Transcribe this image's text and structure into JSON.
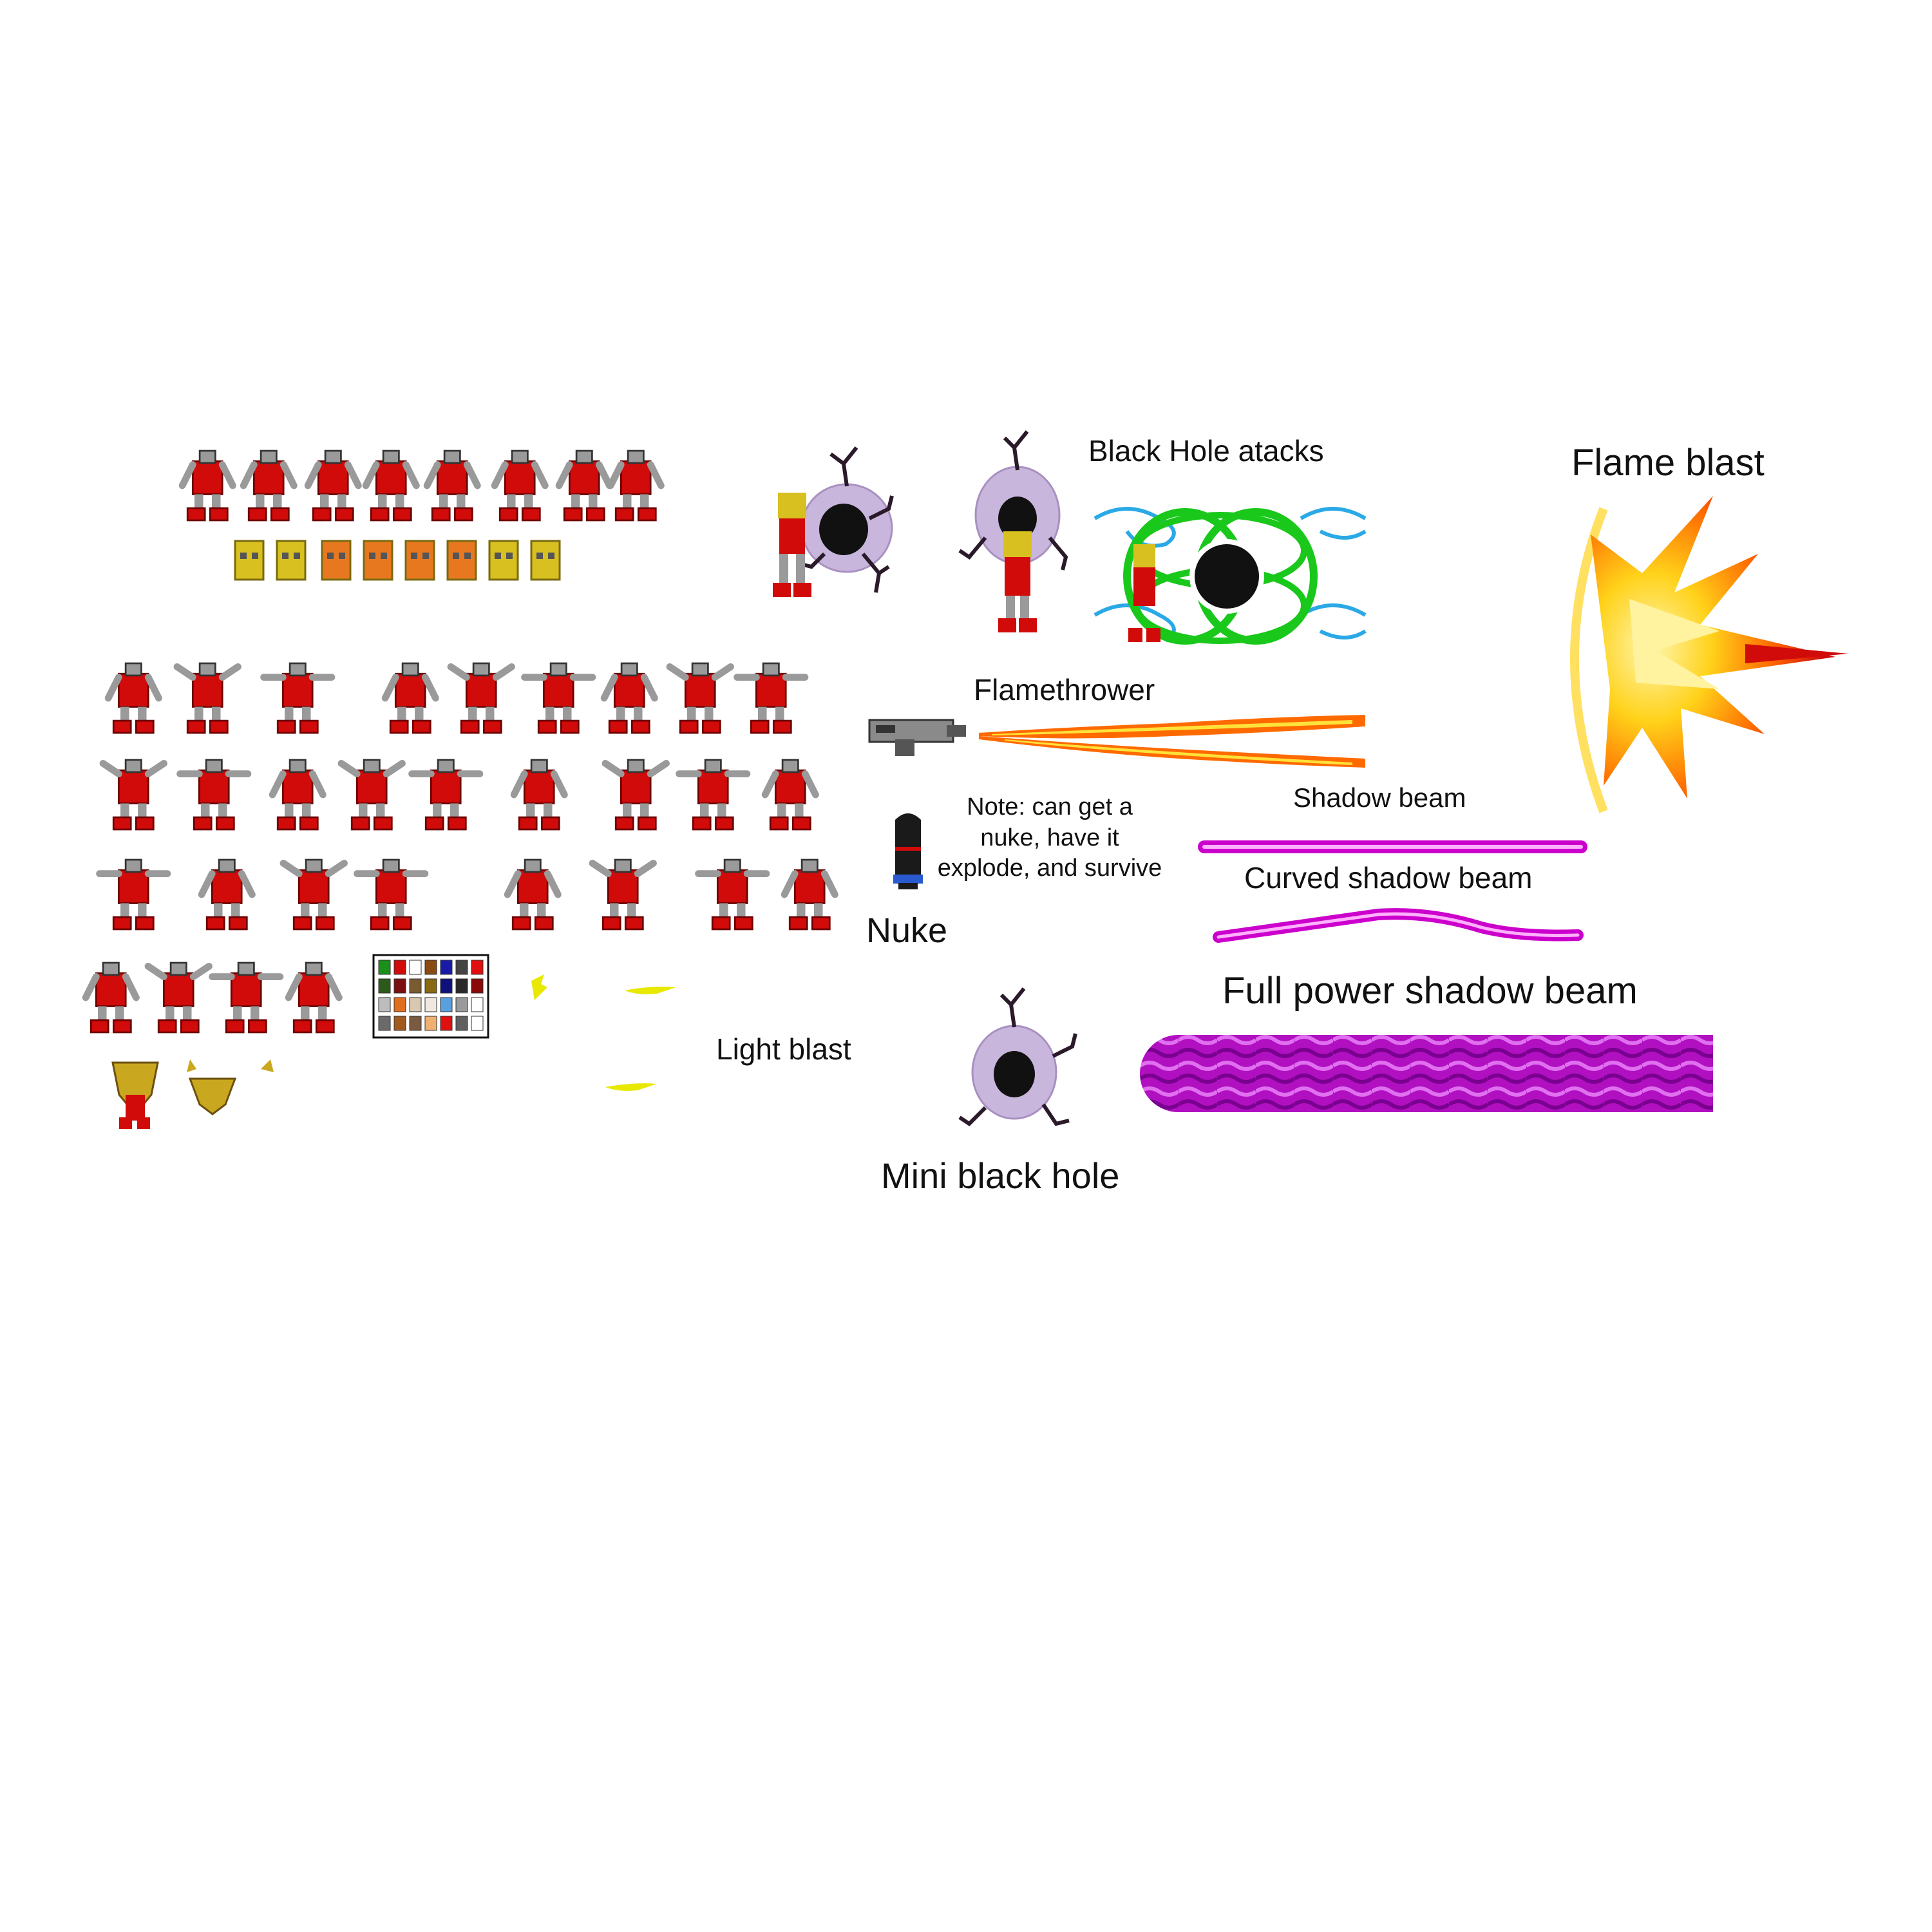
{
  "labels": {
    "black_hole_attacks": "Black Hole atacks",
    "flame_blast": "Flame blast",
    "flamethrower": "Flamethrower",
    "shadow_beam": "Shadow beam",
    "curved_shadow_beam": "Curved shadow beam",
    "full_power_shadow_beam": "Full power shadow beam",
    "light_blast": "Light blast",
    "nuke": "Nuke",
    "mini_black_hole": "Mini black hole",
    "note": [
      "Note: can get a",
      "nuke, have it",
      "explode, and survive"
    ]
  },
  "colors": {
    "robot_red": "#d10a0a",
    "robot_dark": "#6b0000",
    "robot_grey": "#9a9a9a",
    "mask_gold": "#d8c020",
    "mask_orange": "#e87820",
    "black_hole_halo": "#c9b6dd",
    "chain_blue": "#2aa9e6",
    "ring_green": "#19c81b",
    "flame_orange": "#ff6a00",
    "flame_yellow": "#ffe23a",
    "shadow_magenta": "#cc00cc",
    "light_yellow": "#e8e800"
  },
  "palette_swatches": [
    "#1a8f1a",
    "#d10a0a",
    "#ffffff",
    "#8a4b12",
    "#1a1aa8",
    "#444444",
    "#e01010",
    "#2d5a1a",
    "#7a1010",
    "#7a5a30",
    "#8a6a10",
    "#10107a",
    "#2a2a2a",
    "#8a0a0a",
    "#bdbdbd",
    "#e07020",
    "#d8c8b0",
    "#f0e8e0",
    "#5aa0e0",
    "#9a9a9a",
    "#ffffff",
    "#6a6a6a",
    "#a05a20",
    "#7a5a40",
    "#f0b070",
    "#e01010",
    "#606060",
    "#ffffff"
  ]
}
